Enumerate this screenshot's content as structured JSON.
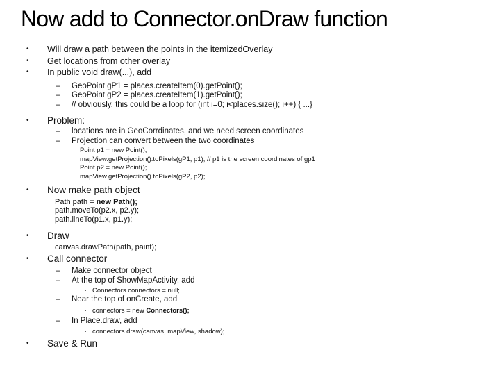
{
  "slide": {
    "title": "Now add to Connector.onDraw function",
    "markers": {
      "disc": "•",
      "dash": "–",
      "square": "▪"
    },
    "lines": [
      {
        "text": "Will draw a path between the points in the itemizedOverlay"
      },
      {
        "text": "Get locations from other overlay"
      },
      {
        "text": "In public void draw(...), add"
      },
      {
        "text": "GeoPoint gP1 = places.createItem(0).getPoint();"
      },
      {
        "text": "GeoPoint gP2 = places.createItem(1).getPoint();"
      },
      {
        "text": "// obviously, this could be a loop for (int i=0; i<places.size(); i++) { ...}"
      },
      {
        "text": "Problem:"
      },
      {
        "text": "locations are in GeoCorrdinates, and we need screen coordinates"
      },
      {
        "text": "Projection can convert between the two coordinates"
      },
      {
        "text": "Point p1 = new Point();"
      },
      {
        "text": "mapView.getProjection().toPixels(gP1, p1); // p1 is the screen coordinates of gp1"
      },
      {
        "text": "Point p2 = new Point();"
      },
      {
        "text": "mapView.getProjection().toPixels(gP2, p2);"
      },
      {
        "text": "Now make path object"
      },
      {
        "text": "Path path = ",
        "bold": "new Path();"
      },
      {
        "text": "path.moveTo(p2.x, p2.y);"
      },
      {
        "text": "path.lineTo(p1.x, p1.y);"
      },
      {
        "text": "Draw"
      },
      {
        "text": "canvas.drawPath(path, paint);"
      },
      {
        "text": "Call connector"
      },
      {
        "text": "Make connector object"
      },
      {
        "text": "At the top of ShowMapActivity, add"
      },
      {
        "text": "Connectors connectors = null;"
      },
      {
        "text": "Near the top of onCreate, add"
      },
      {
        "text": "connectors = new ",
        "bold": "Connectors();"
      },
      {
        "text": "In Place.draw, add"
      },
      {
        "text": "connectors.draw(canvas, mapView, shadow);"
      },
      {
        "text": "Save & Run"
      }
    ]
  }
}
